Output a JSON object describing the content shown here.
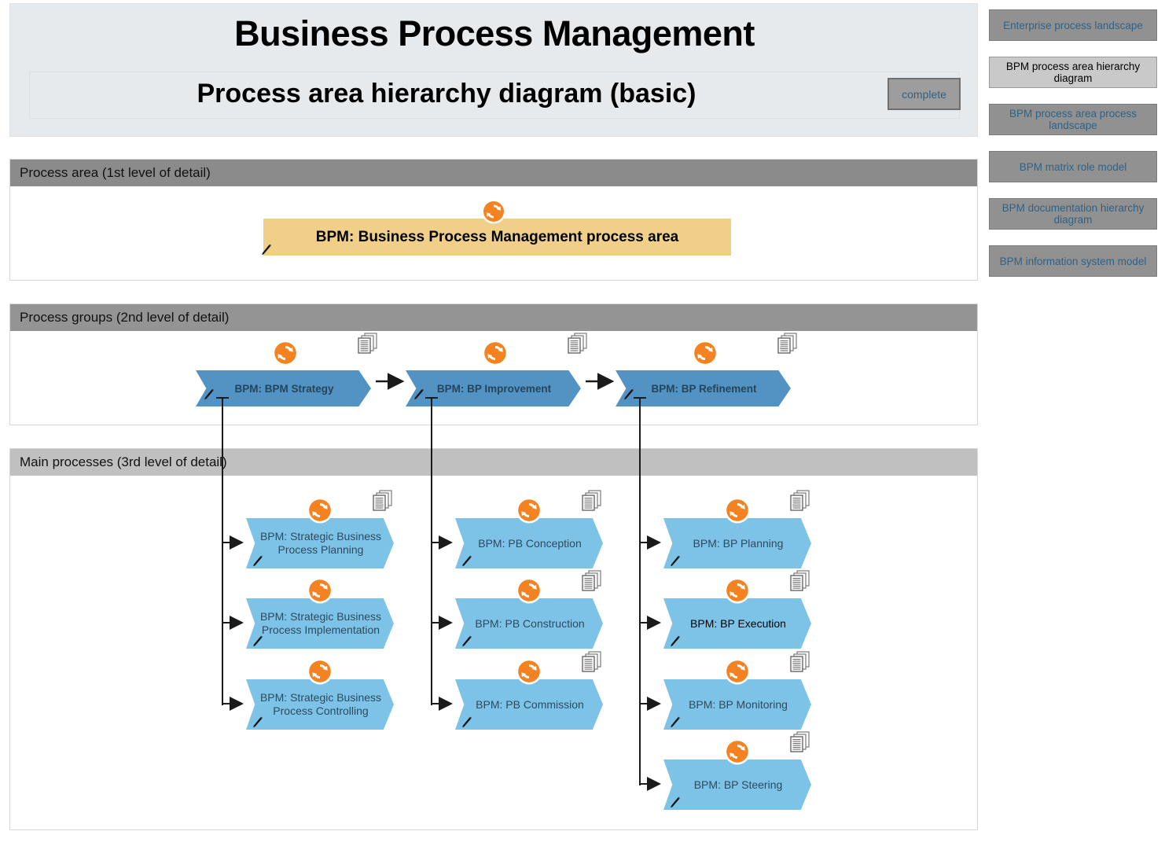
{
  "header": {
    "title": "Business Process Management",
    "subtitle": "Process area hierarchy diagram (basic)",
    "status_button": "complete"
  },
  "nav": {
    "items": [
      {
        "label": "Enterprise process landscape",
        "active": false
      },
      {
        "label": "BPM process area hierarchy diagram",
        "active": true
      },
      {
        "label": "BPM process area process landscape",
        "active": false
      },
      {
        "label": "BPM matrix role model",
        "active": false
      },
      {
        "label": "BPM documentation hierarchy diagram",
        "active": false
      },
      {
        "label": "BPM information system model",
        "active": false
      }
    ]
  },
  "levels": {
    "level1": {
      "band_label": "Process area (1st level of detail)",
      "box": {
        "label": "BPM: Business Process Management process area"
      }
    },
    "level2": {
      "band_label": "Process groups (2nd level of detail)",
      "groups": [
        {
          "label": "BPM: BPM Strategy"
        },
        {
          "label": "BPM: BP Improvement"
        },
        {
          "label": "BPM: BP Refinement"
        }
      ]
    },
    "level3": {
      "band_label": "Main processes (3rd level of detail)",
      "columns": [
        {
          "processes": [
            {
              "label": "BPM: Strategic Business Process Planning"
            },
            {
              "label": "BPM: Strategic Business Process Implementation"
            },
            {
              "label": "BPM: Strategic Business Process Controlling"
            }
          ]
        },
        {
          "processes": [
            {
              "label": "BPM: PB Conception"
            },
            {
              "label": "BPM: PB Construction"
            },
            {
              "label": "BPM: PB Commission"
            }
          ]
        },
        {
          "processes": [
            {
              "label": "BPM: BP Planning"
            },
            {
              "label": "BPM: BP Execution"
            },
            {
              "label": "BPM: BP Monitoring"
            },
            {
              "label": "BPM: BP Steering"
            }
          ]
        }
      ]
    }
  },
  "icons": {
    "sync": "sync-refresh-icon",
    "documents": "document-stack-icon",
    "edit": "pencil-edit-icon"
  },
  "colors": {
    "accent_orange": "#f58220",
    "process_area": "#f0d089",
    "group_blue": "#5293c4",
    "process_blue": "#7dc3e8",
    "band_dark": "#8b8b8b",
    "band_light": "#c0c0c0",
    "nav_blue_text": "#2f6287"
  }
}
